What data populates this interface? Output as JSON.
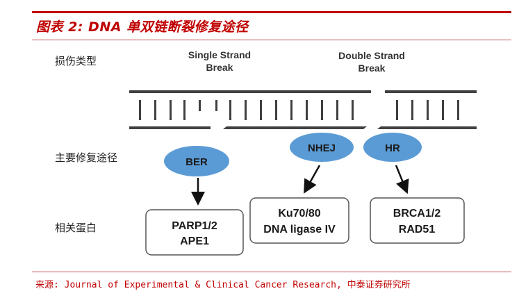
{
  "title": "图表 2: DNA 单双链断裂修复途径",
  "row_labels": {
    "damage_type": "损伤类型",
    "repair_pathway": "主要修复途径",
    "proteins": "相关蛋白"
  },
  "damage": {
    "ssb_line1": "Single Strand",
    "ssb_line2": "Break",
    "dsb_line1": "Double Strand",
    "dsb_line2": "Break"
  },
  "pathways": {
    "ber": "BER",
    "nhej": "NHEJ",
    "hr": "HR"
  },
  "proteins": {
    "ber_line1": "PARP1/2",
    "ber_line2": "APE1",
    "nhej_line1": "Ku70/80",
    "nhej_line2": "DNA ligase IV",
    "hr_line1": "BRCA1/2",
    "hr_line2": "RAD51"
  },
  "source": "来源: Journal of Experimental & Clinical Cancer Research, 中泰证券研究所",
  "colors": {
    "accent": "#c00000",
    "ellipse": "#5b9bd5",
    "strand": "#404040"
  }
}
